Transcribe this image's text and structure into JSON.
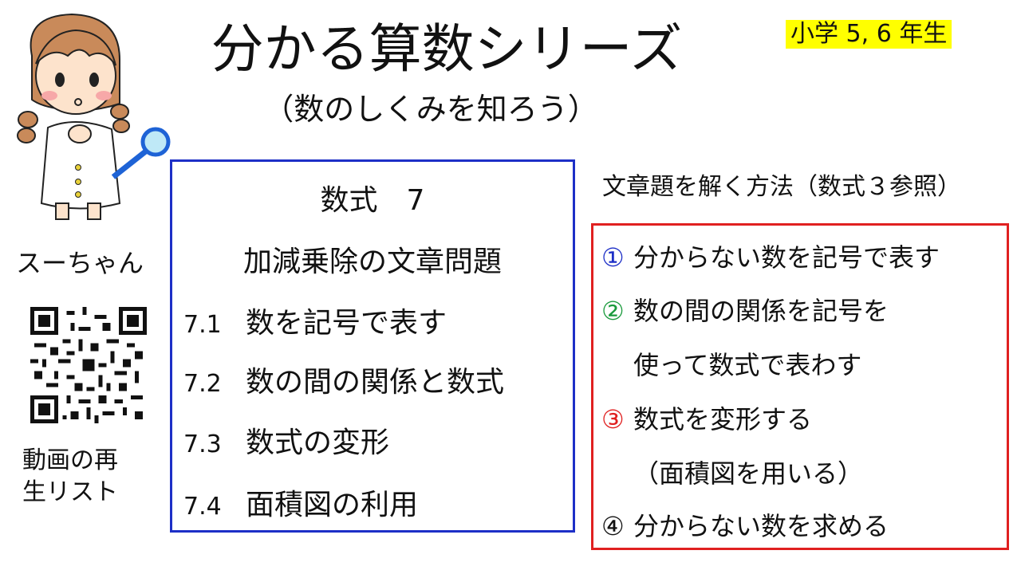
{
  "header": {
    "title": "分かる算数シリーズ",
    "subtitle": "（数のしくみを知ろう）",
    "grade_badge": "小学 5, 6 年生"
  },
  "sidebar": {
    "character_name": "スーちゃん",
    "playlist_label_line1": "動画の再",
    "playlist_label_line2": "生リスト"
  },
  "toc": {
    "heading1": "数式　7",
    "heading2": "加減乗除の文章問題",
    "items": [
      {
        "num": "7.1",
        "text": "数を記号で表す"
      },
      {
        "num": "7.2",
        "text": "数の間の関係と数式"
      },
      {
        "num": "7.3",
        "text": "数式の変形"
      },
      {
        "num": "7.4",
        "text": "面積図の利用"
      }
    ]
  },
  "method": {
    "heading": "文章題を解く方法（数式３参照）",
    "steps": [
      {
        "marker": "①",
        "text": "分からない数を記号で表す"
      },
      {
        "marker": "②",
        "text": "数の間の関係を記号を"
      },
      {
        "marker": "",
        "text": "使って数式で表わす"
      },
      {
        "marker": "③",
        "text": "数式を変形する"
      },
      {
        "marker": "",
        "text": "（面積図を用いる）"
      },
      {
        "marker": "④",
        "text": "分からない数を求める"
      }
    ]
  },
  "colors": {
    "toc_border": "#1d2fc7",
    "method_border": "#e02020",
    "badge_background": "#ffff00",
    "marker1": "#1d2fc7",
    "marker2": "#1a9a3c",
    "marker3": "#e02020",
    "marker4": "#111111"
  },
  "icons": {
    "character": "girl-with-magnifier-illustration",
    "qr": "qr-code"
  }
}
